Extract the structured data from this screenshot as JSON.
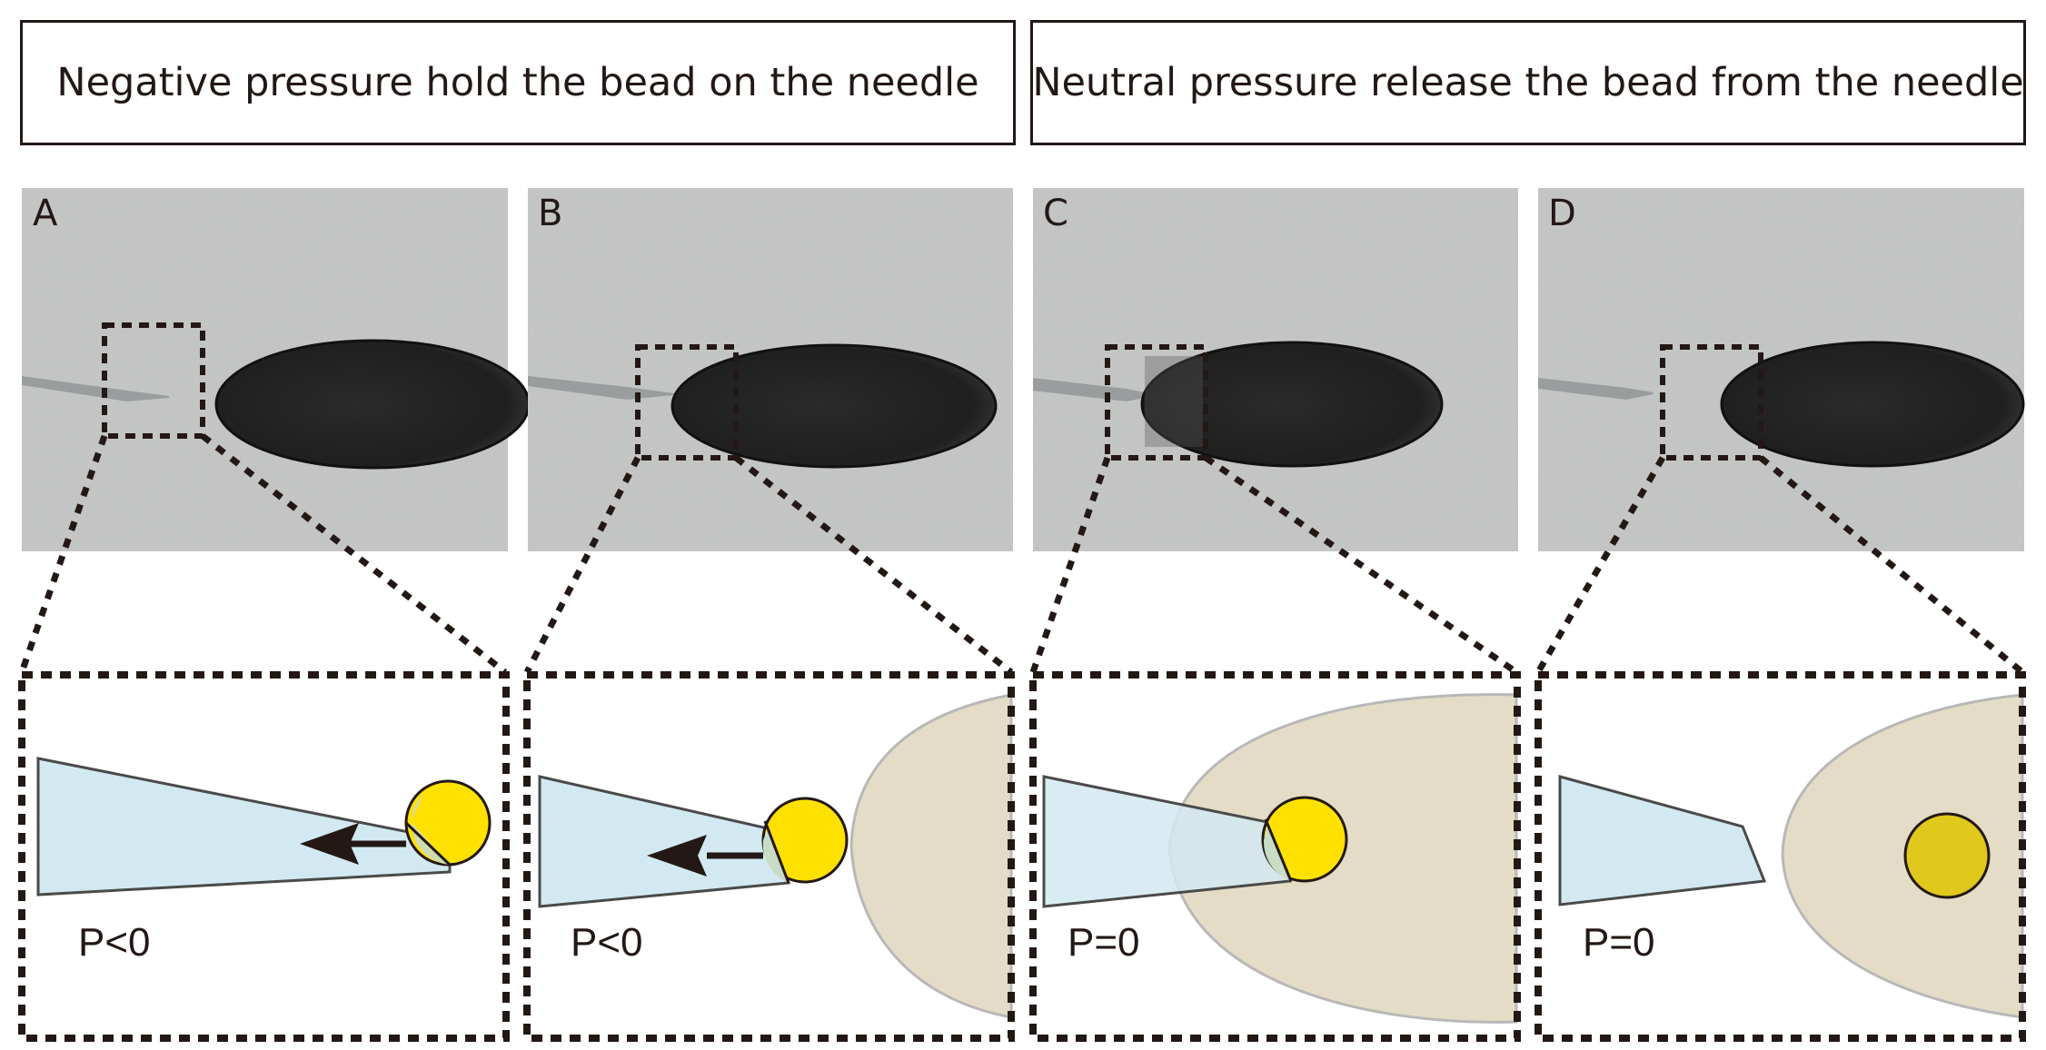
{
  "headers": {
    "left": "Negative pressure hold the bead on the needle",
    "right": "Neutral pressure release the bead from the needle"
  },
  "panels": [
    {
      "letter": "A",
      "pressure_label": "P<0"
    },
    {
      "letter": "B",
      "pressure_label": "P<0"
    },
    {
      "letter": "C",
      "pressure_label": "P=0"
    },
    {
      "letter": "D",
      "pressure_label": "P=0"
    }
  ],
  "colors": {
    "needle": "#d3e9f1",
    "bead": "#ffe100",
    "bead_inside": "#e0c81c",
    "embryo_schematic": "#e4dcc6",
    "embryo_photo": "#1e1e1e",
    "photo_background": "#c4c6c5",
    "outline": "#231815"
  }
}
